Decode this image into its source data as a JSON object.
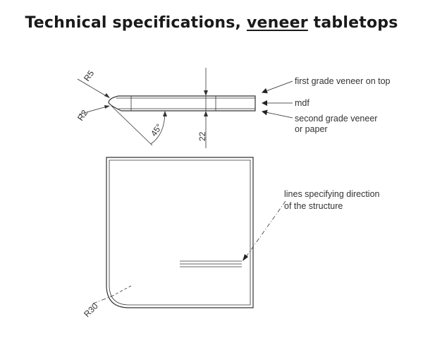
{
  "title": {
    "before": "Technical specifications, ",
    "emphasis": "veneer",
    "after": " tabletops"
  },
  "section_view": {
    "labels": {
      "top_layer": "first grade veneer on top",
      "core": "mdf",
      "bottom_layer_line1": "second grade veneer",
      "bottom_layer_line2": "or paper"
    },
    "dimensions": {
      "top_radius": "R5",
      "bottom_radius": "R2",
      "chamfer_angle": "45°",
      "thickness": "22"
    }
  },
  "plan_view": {
    "annotation_line1": "lines specifying direction",
    "annotation_line2": "of the structure",
    "corner_radius": "R30"
  }
}
